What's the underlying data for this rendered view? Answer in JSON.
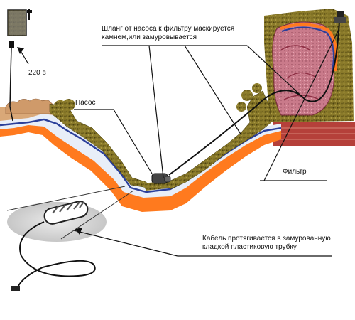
{
  "labels": {
    "hose_to_filter": "Шланг от насоса к фильтру маскируется камнем,или замуровывается",
    "power": "220 в",
    "pump": "Насос",
    "filter": "Фильтр",
    "cable": "Кабель протягивается в замурованную кладкой пластиковую трубку"
  },
  "colors": {
    "liner_orange": "#ff7a1e",
    "liner_white": "#e8eef8",
    "liner_blue": "#2b3f9a",
    "stone_olive": "#7a6a1e",
    "rock_pink": "#c97a8a",
    "brick": "#b5403a",
    "ground": "#d9a878"
  }
}
